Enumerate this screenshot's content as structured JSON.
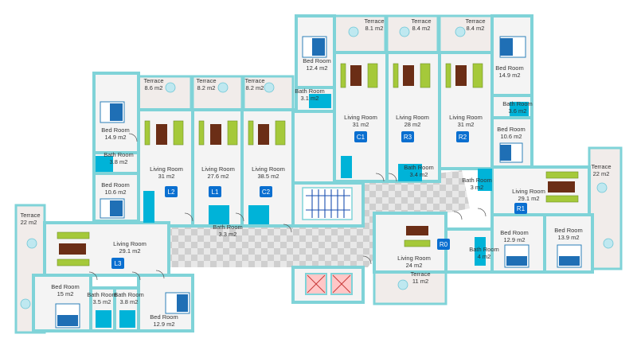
{
  "plan": {
    "terraces": [
      {
        "label": "Terrace",
        "area": "8.1 m2"
      },
      {
        "label": "Terrace",
        "area": "8.4 m2"
      },
      {
        "label": "Terrace",
        "area": "8.4 m2"
      },
      {
        "label": "Terrace",
        "area": "8.6 m2"
      },
      {
        "label": "Terrace",
        "area": "8.2 m2"
      },
      {
        "label": "Terrace",
        "area": "8.2 m2"
      },
      {
        "label": "Terrace",
        "area": "22 m2"
      },
      {
        "label": "Terrace",
        "area": "22 m2"
      },
      {
        "label": "Terrace",
        "area": "11 m2"
      }
    ],
    "rooms": [
      {
        "label": "Bed Room",
        "area": "12.4 m2"
      },
      {
        "label": "Bed Room",
        "area": "14.9 m2"
      },
      {
        "label": "Bath Room",
        "area": "3.1 m2"
      },
      {
        "label": "Living Room",
        "area": "31 m2"
      },
      {
        "label": "Living Room",
        "area": "28 m2"
      },
      {
        "label": "Living Room",
        "area": "31 m2"
      },
      {
        "label": "Bath Room",
        "area": "3.6 m2"
      },
      {
        "label": "Bed Room",
        "area": "10.6 m2"
      },
      {
        "label": "Bed Room",
        "area": "14.9 m2"
      },
      {
        "label": "Bath Room",
        "area": "3.8 m2"
      },
      {
        "label": "Bed Room",
        "area": "10.6 m2"
      },
      {
        "label": "Living Room",
        "area": "31 m2"
      },
      {
        "label": "Living Room",
        "area": "27.6 m2"
      },
      {
        "label": "Living Room",
        "area": "38.5 m2"
      },
      {
        "label": "Bath Room",
        "area": "3.3 m2"
      },
      {
        "label": "Bath Room",
        "area": "3.4 m2"
      },
      {
        "label": "Bath Room",
        "area": "3 m2"
      },
      {
        "label": "Living Room",
        "area": "29.1 m2"
      },
      {
        "label": "Living Room",
        "area": "29.1 m2"
      },
      {
        "label": "Bed Room",
        "area": "15 m2"
      },
      {
        "label": "Bath Room",
        "area": "3.5 m2"
      },
      {
        "label": "Bath Room",
        "area": "3.8 m2"
      },
      {
        "label": "Bed Room",
        "area": "12.9 m2"
      },
      {
        "label": "Living Room",
        "area": "24 m2"
      },
      {
        "label": "Bath Room",
        "area": "4 m2"
      },
      {
        "label": "Bed Room",
        "area": "12.9 m2"
      },
      {
        "label": "Bed Room",
        "area": "13.9 m2"
      }
    ],
    "units": [
      "C1",
      "R3",
      "R2",
      "L2",
      "L1",
      "C2",
      "R1",
      "L3",
      "R0"
    ],
    "colors": {
      "wall": "#7fd3d8",
      "floor": "#f4f4f4",
      "terrace": "#f1ecea",
      "badge": "#0a6fd0",
      "sofa": "#a5c93a",
      "table": "#6b2e16",
      "bath": "#00b3d8",
      "corridor_light": "#e8e8e8",
      "corridor_dark": "#cfcfcf"
    }
  }
}
